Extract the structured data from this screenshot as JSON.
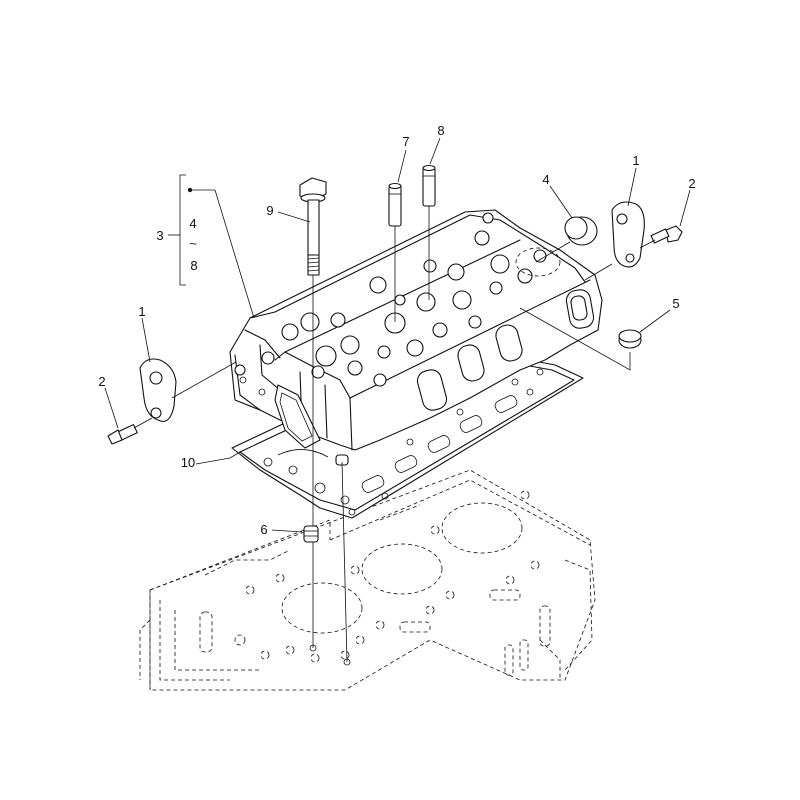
{
  "diagram": {
    "callouts": [
      {
        "id": "c1a",
        "label": "1"
      },
      {
        "id": "c1b",
        "label": "1"
      },
      {
        "id": "c2a",
        "label": "2"
      },
      {
        "id": "c2b",
        "label": "2"
      },
      {
        "id": "c3",
        "label": "3"
      },
      {
        "id": "c4a",
        "label": "4"
      },
      {
        "id": "c4b",
        "label": "4"
      },
      {
        "id": "c5",
        "label": "5"
      },
      {
        "id": "c6",
        "label": "6"
      },
      {
        "id": "c7",
        "label": "7"
      },
      {
        "id": "c8a",
        "label": "8"
      },
      {
        "id": "c8b",
        "label": "8"
      },
      {
        "id": "c9",
        "label": "9"
      },
      {
        "id": "c10",
        "label": "10"
      }
    ],
    "range_symbol": "~"
  },
  "colors": {
    "ink": "#111111",
    "background": "#ffffff"
  }
}
